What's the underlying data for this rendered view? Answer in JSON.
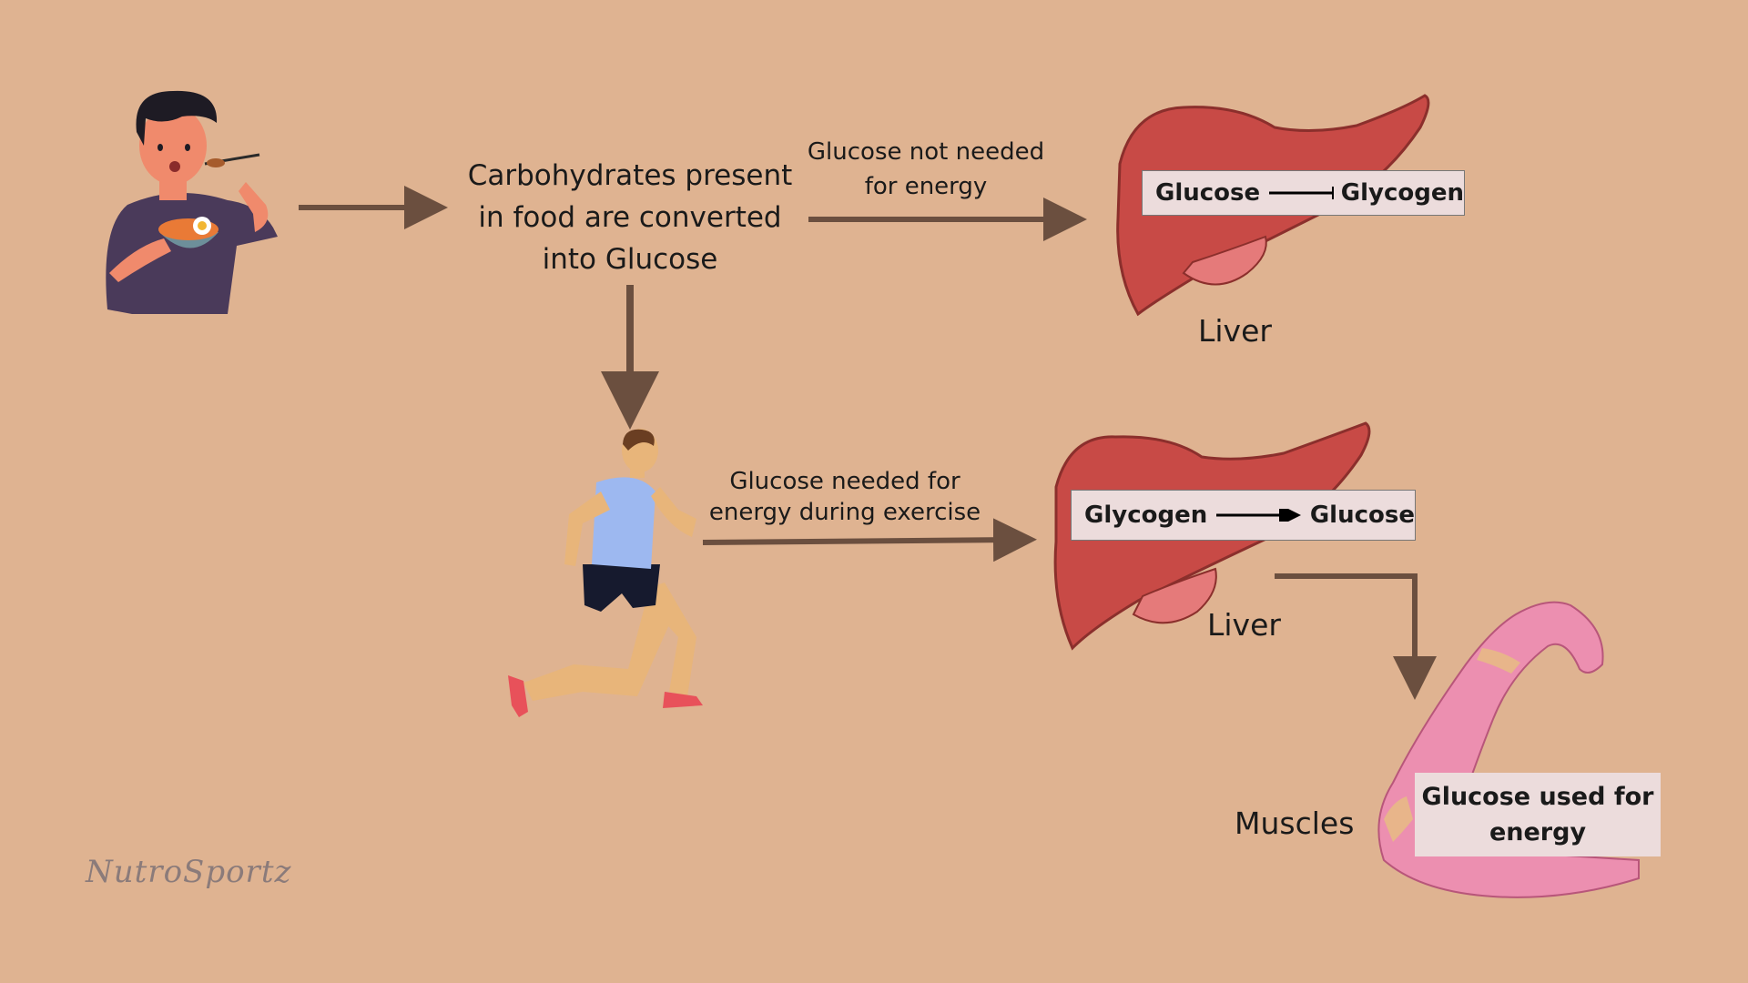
{
  "process_text": "Carbohydrates present in food are converted into Glucose",
  "arrow_labels": {
    "not_needed": "Glucose not needed for energy",
    "needed": "Glucose needed for energy during exercise"
  },
  "liver_top": {
    "label": "Liver",
    "conversion": {
      "from": "Glucose",
      "to": "Glycogen"
    }
  },
  "liver_bottom": {
    "label": "Liver",
    "conversion": {
      "from": "Glycogen",
      "to": "Glucose"
    }
  },
  "muscles": {
    "label": "Muscles",
    "result": "Glucose used for energy"
  },
  "brand": "NutroSportz",
  "icons": [
    "person-eating-icon",
    "runner-icon",
    "liver-icon",
    "muscle-arm-icon"
  ],
  "colors": {
    "frame": "#dfb391",
    "panel": "#fff0e3",
    "arrow": "#6b4f3f",
    "liver": "#c84a46",
    "box": "#ecdcdc"
  }
}
